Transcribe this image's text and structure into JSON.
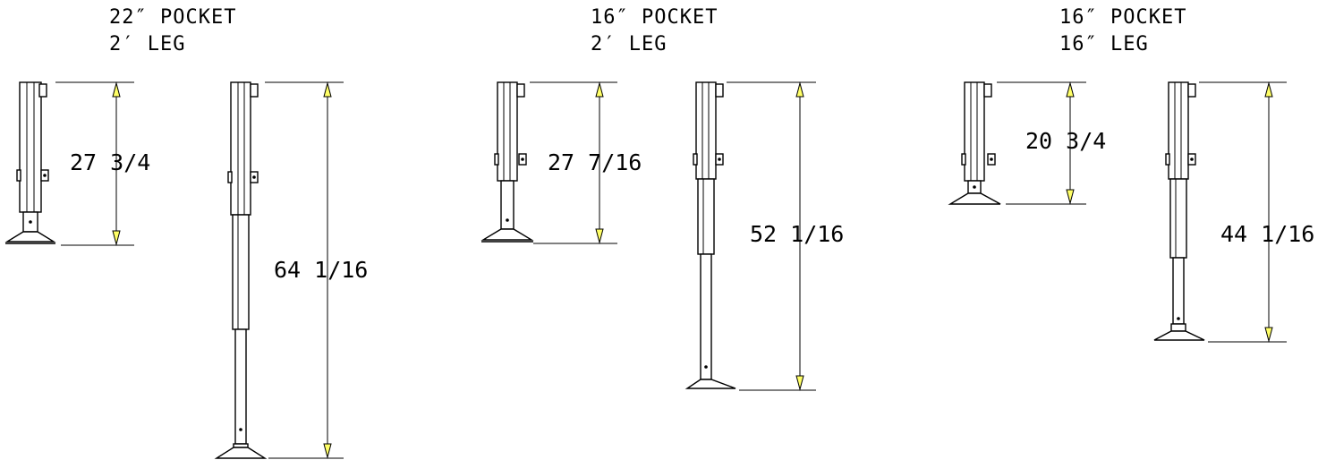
{
  "colors": {
    "line": "#000000",
    "arrowhead": "#ffff66",
    "background": "#ffffff"
  },
  "groups": [
    {
      "pocket_label": "22″ POCKET",
      "leg_label": "2′ LEG",
      "jacks": [
        {
          "state": "retracted",
          "dimension": "27 3/4"
        },
        {
          "state": "extended",
          "dimension": "64 1/16"
        }
      ]
    },
    {
      "pocket_label": "16″ POCKET",
      "leg_label": "2′ LEG",
      "jacks": [
        {
          "state": "retracted",
          "dimension": "27 7/16"
        },
        {
          "state": "extended",
          "dimension": "52 1/16"
        }
      ]
    },
    {
      "pocket_label": "16″ POCKET",
      "leg_label": "16″ LEG",
      "jacks": [
        {
          "state": "retracted",
          "dimension": "20 3/4"
        },
        {
          "state": "extended",
          "dimension": "44 1/16"
        }
      ]
    }
  ]
}
